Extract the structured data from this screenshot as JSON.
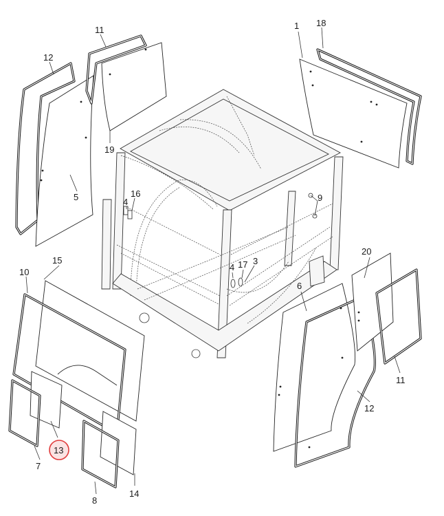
{
  "callouts": {
    "c1": "1",
    "c18": "18",
    "c11_top": "11",
    "c12_top": "12",
    "c19": "19",
    "c5": "5",
    "c16": "16",
    "c4_upper": "4",
    "c9": "9",
    "c15": "15",
    "c10": "10",
    "c4_lower": "4",
    "c17": "17",
    "c3": "3",
    "c20": "20",
    "c6": "6",
    "c11_right": "11",
    "c12_right": "12",
    "c13": "13",
    "c7": "7",
    "c8": "8",
    "c14": "14"
  },
  "colors": {
    "highlight": "#e03a3a",
    "highlight_fill": "#fbe3e3",
    "line": "#222222"
  }
}
